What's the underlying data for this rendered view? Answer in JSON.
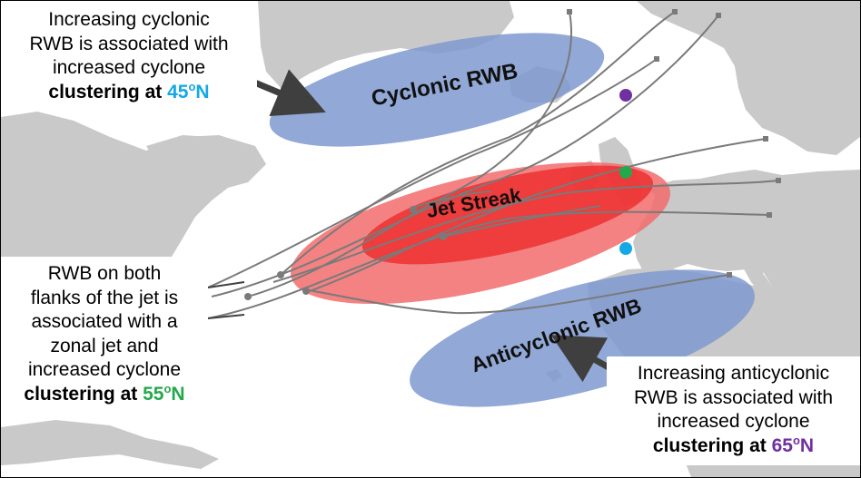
{
  "labels": {
    "cyclonic": "Cyclonic RWB",
    "jet": "Jet Streak",
    "anticyclonic": "Anticyclonic RWB"
  },
  "callouts": {
    "top": {
      "lines": [
        "Increasing cyclonic",
        "RWB is associated with",
        "increased cyclone"
      ],
      "bold_prefix": "clustering at ",
      "lat_number": "45",
      "degree_mark": "o",
      "lat_suffix": "N"
    },
    "left": {
      "lines": [
        "RWB on both",
        "flanks of the jet is",
        "associated with a",
        "zonal jet and",
        "increased cyclone"
      ],
      "bold_prefix": "clustering at ",
      "lat_number": "55",
      "degree_mark": "o",
      "lat_suffix": "N"
    },
    "right": {
      "lines": [
        "Increasing anticyclonic",
        "RWB is associated with",
        "increased cyclone"
      ],
      "bold_prefix": "clustering at ",
      "lat_number": "65",
      "degree_mark": "o",
      "lat_suffix": "N"
    }
  },
  "colors": {
    "ocean": "#ffffff",
    "land": "#c9c9c9",
    "cyclonic_fill": "#7f99cf",
    "jet_outer": "#f26c6c",
    "jet_inner": "#ee2a2a",
    "track": "#7a7a7a",
    "arrow": "#3f3f3f",
    "dot_45N": "#14a8e6",
    "dot_55N": "#23a84b",
    "dot_65N": "#7030a0"
  }
}
